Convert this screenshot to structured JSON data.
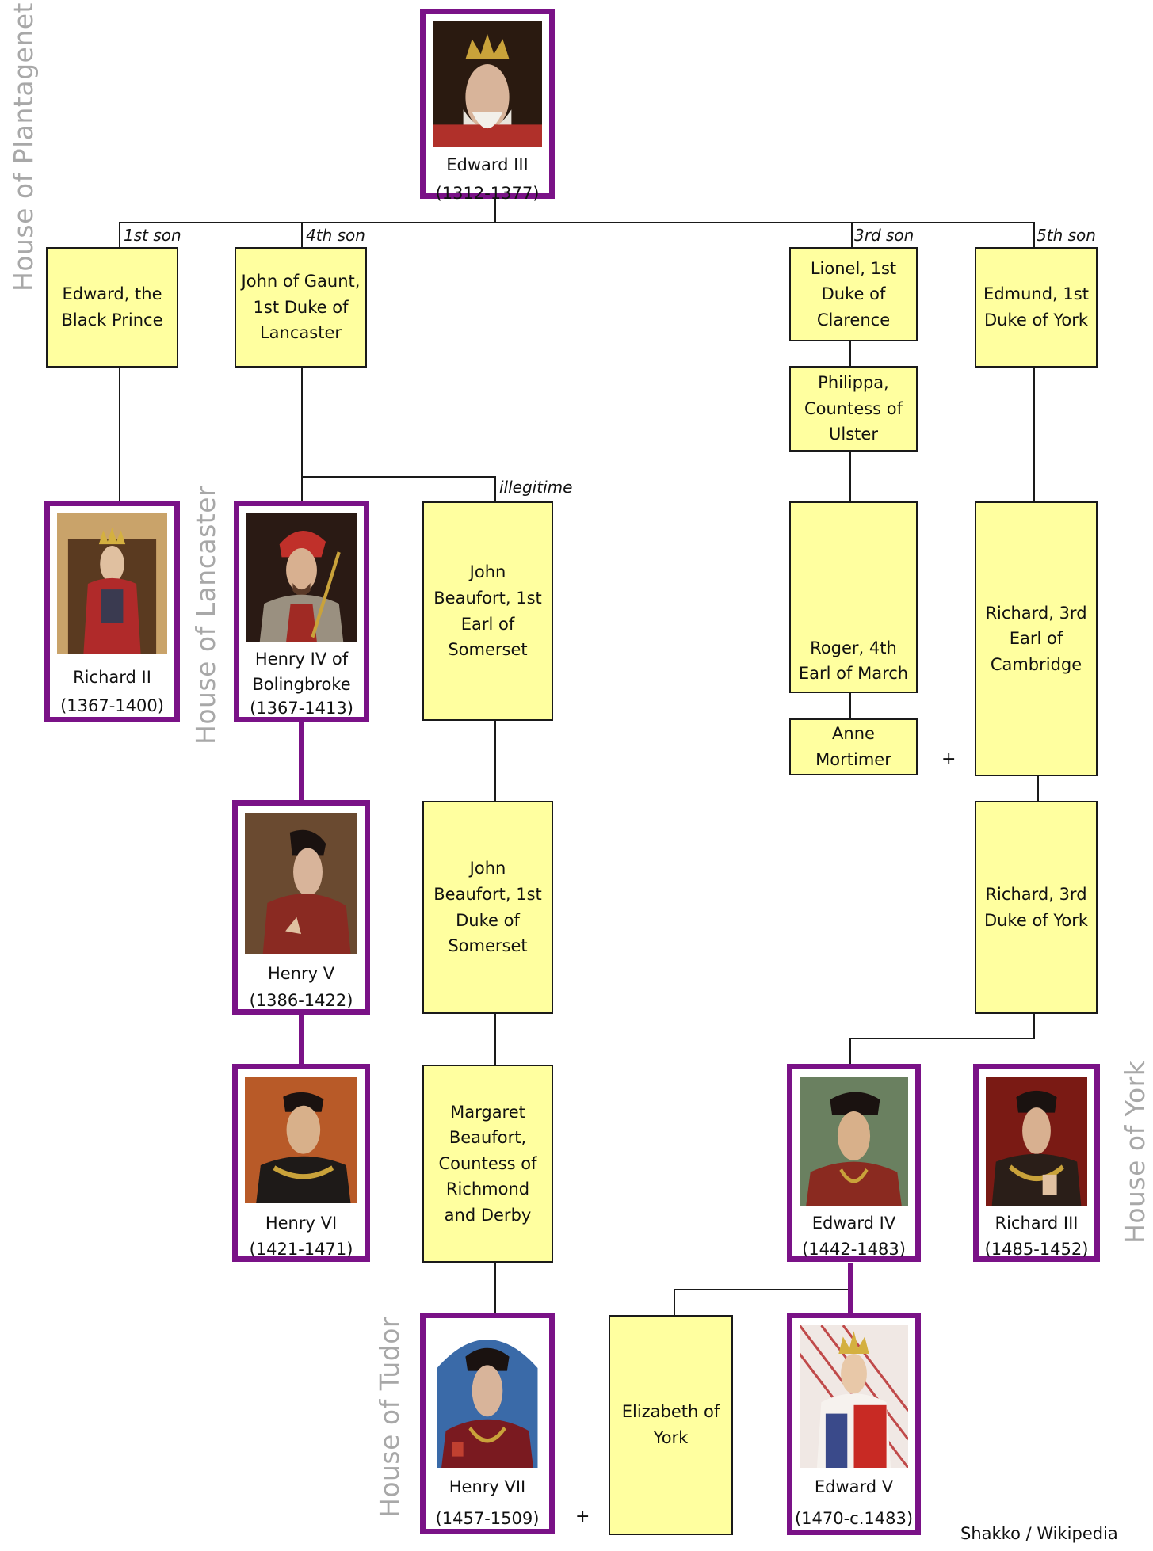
{
  "houses": {
    "plantagenet": "House of  Plantagenet",
    "lancaster": "House of Lancaster",
    "york": "House of York",
    "tudor": "House of Tudor"
  },
  "labels": {
    "son1": "1st son",
    "son4": "4th son",
    "son3": "3rd son",
    "son5": "5th son",
    "illegitime": "illegitime"
  },
  "people": {
    "edward3": {
      "name": "Edward III",
      "dates": "(1312-1377)"
    },
    "black_prince": "Edward, the Black Prince",
    "gaunt": "John of Gaunt, 1st Duke of Lancaster",
    "lionel": "Lionel, 1st Duke of Clarence",
    "edmund": "Edmund, 1st Duke of York",
    "philippa": "Philippa, Countess of Ulster",
    "richard2": {
      "name": "Richard II",
      "dates": "(1367-1400)"
    },
    "henry4": {
      "name": "Henry IV of Bolingbroke",
      "dates": "(1367-1413)"
    },
    "beaufort_earl": "John Beaufort, 1st Earl of Somerset",
    "roger": "Roger, 4th Earl of March",
    "richard_cambridge": "Richard, 3rd Earl of Cambridge",
    "anne": "Anne Mortimer",
    "henry5": {
      "name": "Henry V",
      "dates": "(1386-1422)"
    },
    "beaufort_duke": "John Beaufort, 1st Duke of Somerset",
    "richard_york": "Richard, 3rd Duke of York",
    "henry6": {
      "name": "Henry VI",
      "dates": "(1421-1471)"
    },
    "margaret": "Margaret Beaufort, Countess of Richmond and Derby",
    "edward4": {
      "name": "Edward IV",
      "dates": "(1442-1483)"
    },
    "richard3": {
      "name": "Richard III",
      "dates": "(1485-1452)"
    },
    "henry7": {
      "name": "Henry VII",
      "dates": "(1457-1509)"
    },
    "elizabeth": "Elizabeth of York",
    "edward5": {
      "name": "Edward V",
      "dates": "(1470-c.1483)"
    }
  },
  "marriage_symbol": "+",
  "credit": "Shakko / Wikipedia",
  "colors": {
    "royal_border": "#7a1287",
    "box_fill": "#ffff9f",
    "house_text": "#a8a8a8"
  }
}
